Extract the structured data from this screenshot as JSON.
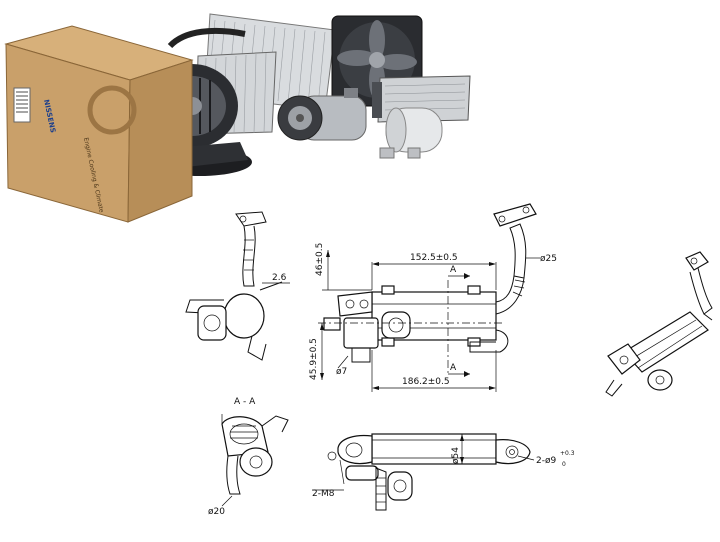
{
  "brand": {
    "box_label": "NISSENS",
    "box_tagline": "Engine Cooling & Climate"
  },
  "dimensions": {
    "top_width": "152.5±0.5",
    "height_top": "46±0.5",
    "height_bottom": "45.9±0.5",
    "bottom_width": "186.2±0.5",
    "section_a_top": "A",
    "section_a_bottom": "A",
    "pipe_diameter": "ø25",
    "small_diameter": "ø7",
    "wall": "2.6",
    "section_label": "A - A",
    "tube_diameter": "ø20",
    "body_diameter": "ø54",
    "bolt_label": "2-M8",
    "hole_label": "2-ø9",
    "hole_tol_upper": "+0.3",
    "hole_tol_lower": "0"
  },
  "colors": {
    "box": "#c9a06a",
    "box_dark": "#9c7544",
    "line": "#111111",
    "metal": "#b9bcc0"
  }
}
